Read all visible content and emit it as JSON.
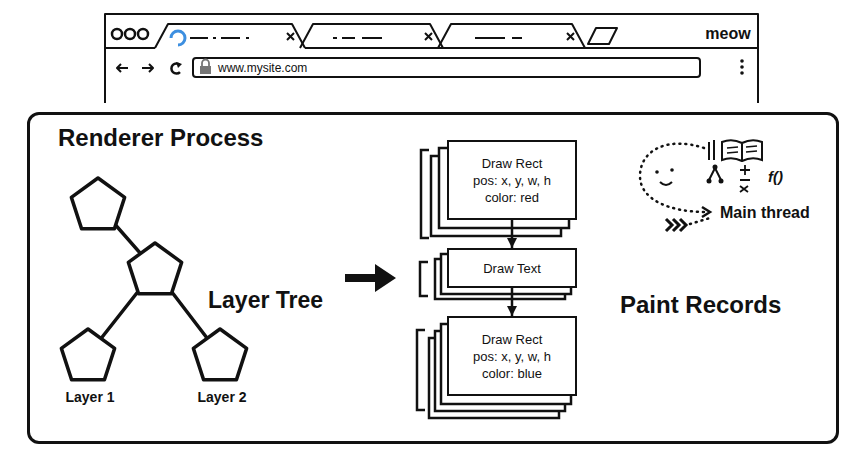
{
  "diagram": {
    "nodes": [
      {
        "text": [
          "Renderer Process"
        ]
      },
      {
        "text": [
          "Draw Rect",
          "pos: x, y, w, h",
          "color: red"
        ],
        "in": 0
      },
      {
        "text": [
          "Draw Text"
        ],
        "in": 0
      },
      {
        "text": [
          "Draw Rect",
          "pos: x, y, w, h",
          "color: blue"
        ],
        "in": 0
      }
    ],
    "edges": [
      {
        "from": 1,
        "to": 2,
        "arrow": "to"
      },
      {
        "from": 2,
        "to": 3,
        "arrow": "to"
      }
    ],
    "labels": [
      "meow",
      "www.mysite.com",
      "Layer Tree",
      "Layer 1",
      "Layer 2",
      "Paint Records",
      "Main thread",
      "f()"
    ]
  }
}
